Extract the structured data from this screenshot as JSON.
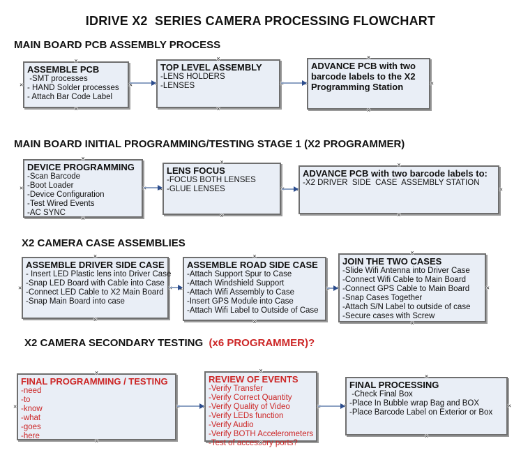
{
  "title": "IDRIVE X2  SERIES CAMERA PROCESSING FLOWCHART",
  "colors": {
    "box_fill": "#e9eef6",
    "box_border": "#6e6e6e",
    "arrow_line": "#8ba0c2",
    "arrow_head": "#2c4d8e",
    "red": "#cc2626",
    "text": "#111111"
  },
  "sections": [
    {
      "heading": "MAIN BOARD PCB ASSEMBLY PROCESS",
      "boxes": [
        {
          "title": "ASSEMBLE PCB",
          "lines": [
            " -SMT processes",
            "- HAND Solder processes",
            "- Attach Bar Code Label"
          ]
        },
        {
          "title": "TOP LEVEL ASSEMBLY",
          "lines": [
            "-LENS HOLDERS",
            "-LENSES"
          ]
        },
        {
          "title": "ADVANCE PCB with two barcode labels to the X2 Programming Station",
          "lines": []
        }
      ]
    },
    {
      "heading": "MAIN BOARD INITIAL PROGRAMMING/TESTING STAGE 1 (X2 PROGRAMMER)",
      "boxes": [
        {
          "title": "DEVICE PROGRAMMING",
          "lines": [
            "-Scan Barcode",
            "-Boot Loader",
            "-Device Configuration",
            "-Test Wired Events",
            "-AC SYNC"
          ]
        },
        {
          "title": "LENS FOCUS",
          "lines": [
            "-FOCUS BOTH LENSES",
            "-GLUE LENSES"
          ]
        },
        {
          "title": "ADVANCE PCB with two barcode labels to:",
          "lines": [
            "-X2 DRIVER  SIDE  CASE  ASSEMBLY STATION"
          ]
        }
      ]
    },
    {
      "heading": "X2 CAMERA CASE ASSEMBLIES",
      "boxes": [
        {
          "title": "ASSEMBLE DRIVER SIDE CASE",
          "lines": [
            "- Insert LED Plastic lens into Driver Case",
            "-Snap LED Board with Cable into Case",
            "-Connect LED Cable to X2 Main Board",
            "-Snap Main Board into case"
          ]
        },
        {
          "title": "ASSEMBLE ROAD SIDE CASE",
          "lines": [
            "-Attach Support Spur to Case",
            "-Attach Windshield Support",
            "-Attach Wifi Assembly to Case",
            "-Insert GPS Module into Case",
            "-Attach Wifi Label to Outside of Case"
          ]
        },
        {
          "title": "JOIN THE TWO CASES",
          "lines": [
            "-Slide Wifi Antenna into Driver Case",
            "-Connect Wifi Cable to Main Board",
            "-Connect GPS Cable to Main Board",
            "-Snap Cases Together",
            "-Attach S/N Label to outside of case",
            "-Secure cases with Screw"
          ]
        }
      ]
    },
    {
      "heading": "X2 CAMERA SECONDARY TESTING  ",
      "heading_red": "(x6 PROGRAMMER)?",
      "boxes": [
        {
          "title": "FINAL PROGRAMMING / TESTING",
          "red": true,
          "lines": [
            "-need",
            "-to",
            "-know",
            "-what",
            "-goes",
            "-here"
          ]
        },
        {
          "title": "REVIEW OF EVENTS",
          "red": true,
          "lines": [
            "-Verify Transfer",
            "-Verify Correct Quantity",
            "-Verify Quality of Video",
            "-Verify LEDs function",
            "-Verify Audio",
            "-Verify BOTH Accelerometers",
            "-Test of accessory ports?"
          ]
        },
        {
          "title": "FINAL PROCESSING",
          "lines": [
            " -Check Final Box",
            "-Place In Bubble wrap Bag and BOX",
            "-Place Barcode Label on Exterior or Box"
          ]
        }
      ]
    }
  ]
}
